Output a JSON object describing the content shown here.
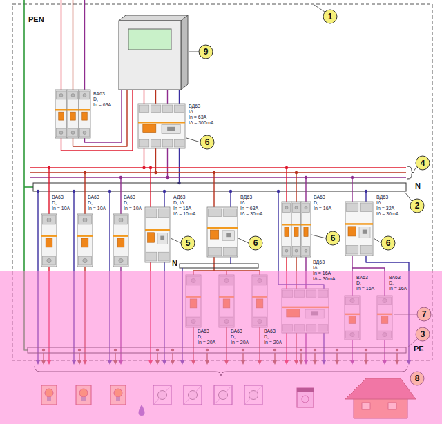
{
  "diagram": {
    "labels": [
      "PEN",
      "1",
      "9",
      "ВА63",
      "D,",
      "In = 63A",
      "ВД63",
      "IΔ",
      "In = 63A",
      "IΔ = 300mA",
      "6",
      "4",
      "N",
      "2",
      "ВА63",
      "D,",
      "In = 10A",
      "ВА63",
      "D,",
      "In = 10A",
      "ВА63",
      "D,",
      "In = 10A",
      "АД63",
      "D, IΔ",
      "In = 16A",
      "IΔ = 10mA",
      "ВД63",
      "IΔ",
      "In = 63A",
      "IΔ = 30mA",
      "ВА63",
      "D,",
      "In = 16A",
      "ВД63",
      "IΔ",
      "In = 32A",
      "IΔ = 30mA",
      "5",
      "6",
      "6",
      "6",
      "N",
      "ВД63",
      "IΔ",
      "In = 16A",
      "IΔ = 30mA",
      "ВА63",
      "D,",
      "In = 16A",
      "ВА63",
      "D,",
      "In = 16A",
      "7",
      "ВА63",
      "D,",
      "In = 20A",
      "ВА63",
      "D,",
      "In = 20A",
      "ВА63",
      "D,",
      "In = 20A",
      "3",
      "PE",
      "8"
    ]
  }
}
